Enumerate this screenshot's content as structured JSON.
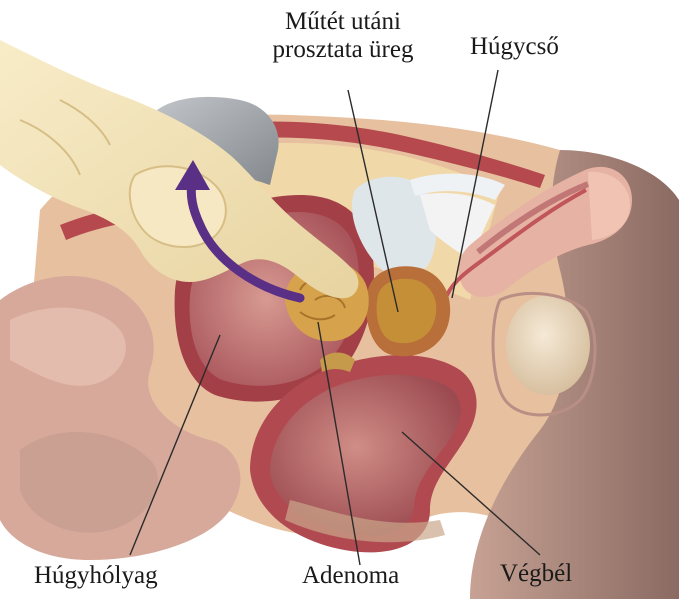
{
  "labels": {
    "cavity_line1": "Műtét utáni",
    "cavity_line2": "prosztata üreg",
    "urethra": "Húgycső",
    "bladder": "Húgyhólyag",
    "adenoma": "Adenoma",
    "rectum": "Végbél"
  },
  "colors": {
    "skin": "#e9c3a2",
    "skin_shadow": "#c99b84",
    "thigh": "#9e7a70",
    "muscle": "#b5494e",
    "bladder_wall": "#a33f46",
    "bladder_inside": "#c27777",
    "fat": "#f1d8a8",
    "adenoma": "#d7a24c",
    "cavity": "#c58f38",
    "pubic_bone": "#dfe6ea",
    "glove": "#f3e3b9",
    "probe": "#9ea3a8",
    "arrow": "#5a2f86",
    "leader": "#2b2b2b"
  },
  "icons": {
    "glove": "gloved-hand",
    "arrow": "curved-arrow-up"
  }
}
